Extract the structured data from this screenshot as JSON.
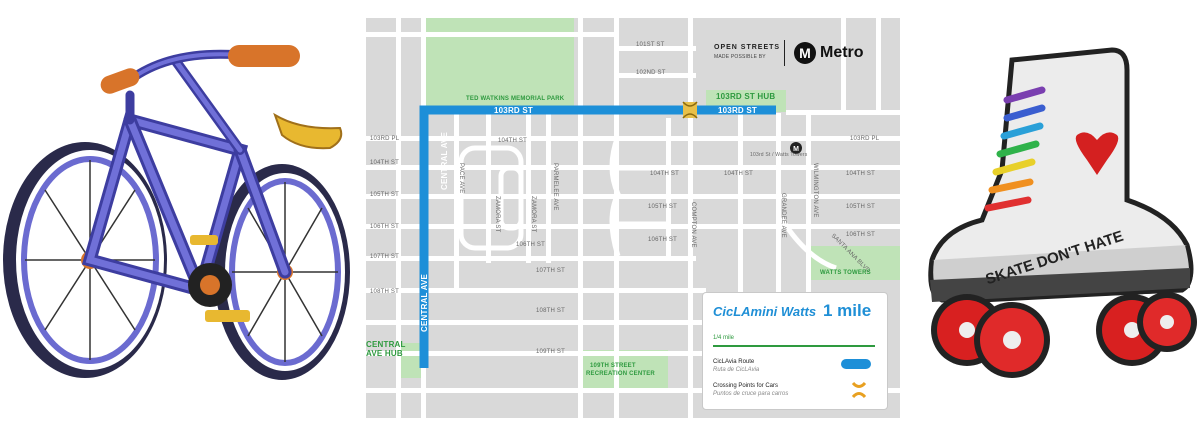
{
  "map": {
    "streets": {
      "st101": "101ST ST",
      "st102": "102ND ST",
      "st103_main": "103RD ST",
      "st103_hub": "103RD ST",
      "pl103_left": "103RD PL",
      "pl103_right": "103RD PL",
      "st104_left": "104TH ST",
      "st104_inner": "104TH ST",
      "st104_mid": "104TH ST",
      "st104_mid2": "104TH ST",
      "st104_right": "104TH ST",
      "st105_left": "105TH ST",
      "st105_mid": "105TH ST",
      "st105_right": "105TH ST",
      "st106_left": "106TH ST",
      "st106_mid": "106TH ST",
      "st106_mid2": "106TH ST",
      "st106_right": "106TH ST",
      "st107_left": "107TH ST",
      "st107_mid": "107TH ST",
      "st108_left": "108TH ST",
      "st108_mid": "108TH ST",
      "st109_mid": "109TH ST",
      "central_top": "CENTRAL AVE",
      "central_bottom": "CENTRAL AVE",
      "pace": "PACE AVE",
      "zamora": "ZAMORA ST",
      "zamora2": "ZAMORA ST",
      "parmelee": "PARMELEE AVE",
      "compton": "COMPTON AVE",
      "grandee": "GRANDEE AVE",
      "wilmington": "WILMINGTON AVE",
      "santa_ana": "SANTA ANA BLVD",
      "park": "TED WATKINS MEMORIAL PARK",
      "rec_center_1": "109TH STREET",
      "rec_center_2": "RECREATION CENTER",
      "watts_towers": "WATTS TOWERS",
      "station": "103rd St / Watts Towers"
    },
    "hubs": {
      "central_1": "CENTRAL",
      "central_2": "AVE HUB",
      "st103": "103RD ST HUB"
    },
    "branding": {
      "open_streets": "OPEN STREETS",
      "made_possible": "MADE POSSIBLE BY",
      "metro_logo": "M",
      "metro": "Metro"
    },
    "legend": {
      "title": "CicLAmini Watts",
      "distance": "1 mile",
      "scale": "1/4 mile",
      "route_en": "CicLAvia Route",
      "route_es": "Ruta de CicLAvia",
      "crossing_en": "Crossing Points for Cars",
      "crossing_es": "Puntos de cruce para carros"
    },
    "colors": {
      "route": "#1d8fd8",
      "park": "#bfe3b7",
      "street": "#ffffff",
      "block": "#d9d9d9",
      "hub_text": "#2e9a3f",
      "crossing": "#e8c04a"
    }
  },
  "skate": {
    "text": "SKATE DON'T HATE"
  },
  "icons": [
    "bicycle-illustration",
    "roller-skate-illustration",
    "metro-logo-icon",
    "crossing-point-icon",
    "heart-icon"
  ]
}
